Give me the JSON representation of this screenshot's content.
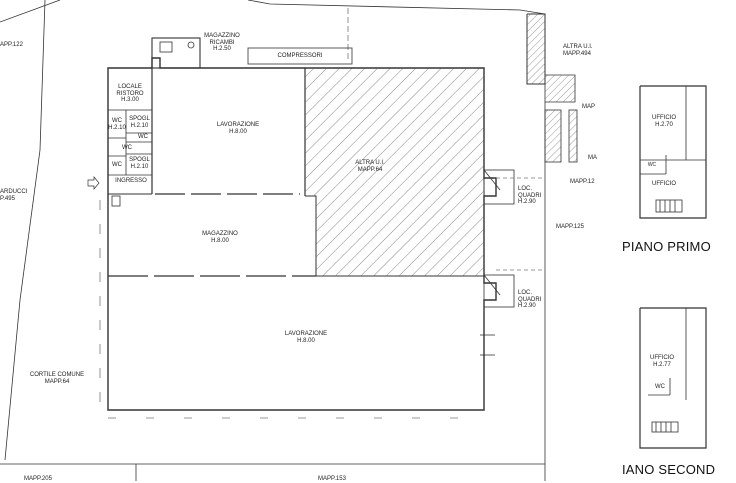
{
  "labels": {
    "mapp122": "APP.122",
    "arducci": "ARDUCCI\nP.495",
    "magazzino_ricambi": "MAGAZZINO\nRICAMBI\nH.2.50",
    "compressori": "COMPRESSORI",
    "altra_ui_top": "ALTRA U.I.\nMAPP.494",
    "mapp_right1": "MAP",
    "ma_right": "MA",
    "mapp12": "MAPP.12",
    "locale_ristoro": "LOCALE\nRISTORO\nH.3.00",
    "wc_h210": "WC\nH.2.10",
    "spogl_1": "SPOGL\nH.2.10",
    "wc_small1": "WC",
    "wc_small2": "WC",
    "spogl_2": "SPOGL\nH.2.10",
    "wc_left": "WC",
    "ingresso": "INGRESSO",
    "lavorazione_top": "LAVORAZIONE\nH.8.00",
    "altra_ui_64": "ALTRA U.I.\nMAPP.64",
    "loc_quadri_1": "LOC.\nQUADRI\nH.2.90",
    "mapp125": "MAPP.125",
    "magazzino": "MAGAZZINO\nH.8.00",
    "loc_quadri_2": "LOC.\nQUADRI\nH.2.90",
    "lavorazione_bottom": "LAVORAZIONE\nH.8.00",
    "cortile_comune": "CORTILE COMUNE\nMAPP.64",
    "mapp205": "MAPP.205",
    "mapp153": "MAPP.153",
    "ufficio_pp_1": "UFFICIO\nH.2.70",
    "wc_pp": "WC",
    "ufficio_pp_2": "UFFICIO",
    "piano_primo": "PIANO PRIMO",
    "ufficio_ps": "UFFICIO\nH.2.77",
    "wc_ps": "WC",
    "piano_secondo": "IANO SECOND"
  },
  "colors": {
    "line": "#333333",
    "hatch": "#555555",
    "light": "#888888"
  }
}
